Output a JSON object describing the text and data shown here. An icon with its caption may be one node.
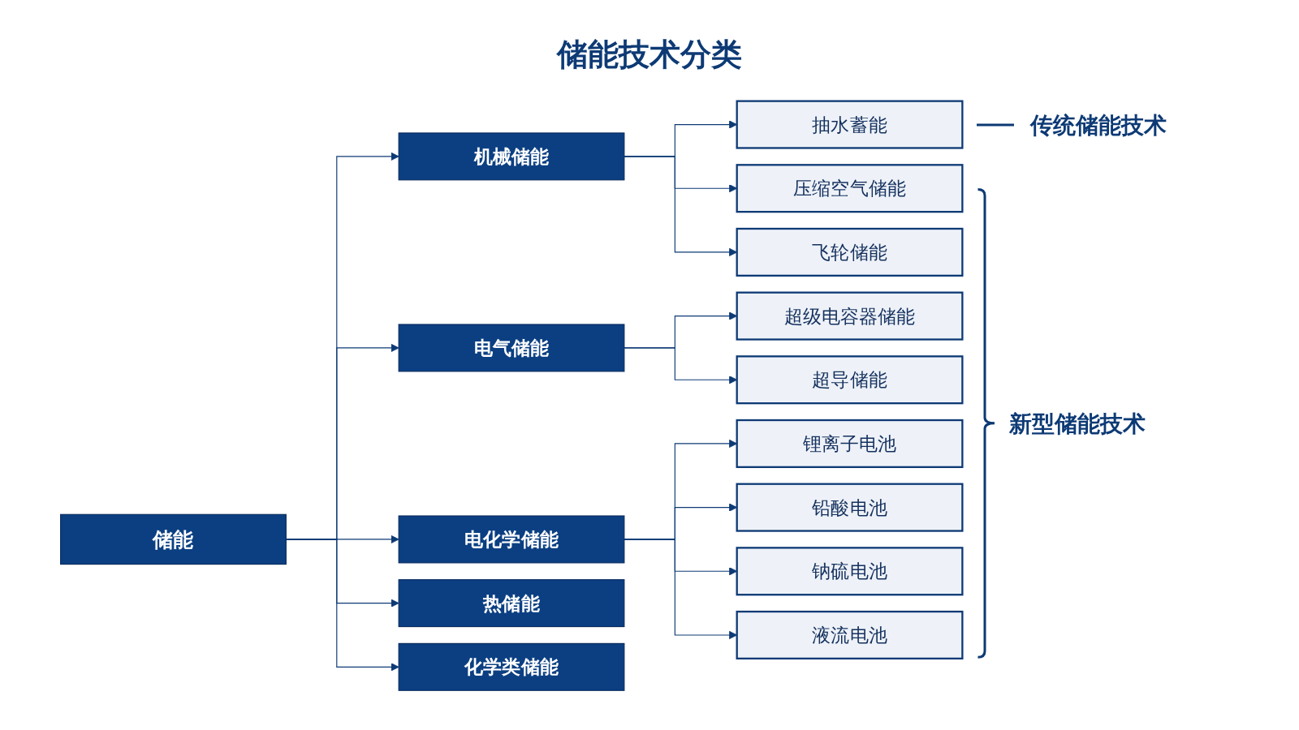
{
  "diagram": {
    "title": "储能技术分类",
    "nodes": [
      {
        "text": [
          "储能"
        ]
      },
      {
        "text": [
          "机械储能"
        ]
      },
      {
        "text": [
          "电气储能"
        ]
      },
      {
        "text": [
          "电化学储能"
        ]
      },
      {
        "text": [
          "热储能"
        ]
      },
      {
        "text": [
          "化学类储能"
        ]
      },
      {
        "text": [
          "抽水蓄能"
        ]
      },
      {
        "text": [
          "压缩空气储能"
        ]
      },
      {
        "text": [
          "飞轮储能"
        ]
      },
      {
        "text": [
          "超级电容器储能"
        ]
      },
      {
        "text": [
          "超导储能"
        ]
      },
      {
        "text": [
          "锂离子电池"
        ]
      },
      {
        "text": [
          "铅酸电池"
        ]
      },
      {
        "text": [
          "钠硫电池"
        ]
      },
      {
        "text": [
          "液流电池"
        ]
      }
    ],
    "edges": [
      {
        "from": 0,
        "to": 1,
        "arrow": "to"
      },
      {
        "from": 0,
        "to": 2,
        "arrow": "to"
      },
      {
        "from": 0,
        "to": 3,
        "arrow": "to"
      },
      {
        "from": 0,
        "to": 4,
        "arrow": "to"
      },
      {
        "from": 0,
        "to": 5,
        "arrow": "to"
      },
      {
        "from": 1,
        "to": 6,
        "arrow": "to"
      },
      {
        "from": 1,
        "to": 7,
        "arrow": "to"
      },
      {
        "from": 1,
        "to": 8,
        "arrow": "to"
      },
      {
        "from": 2,
        "to": 9,
        "arrow": "to"
      },
      {
        "from": 2,
        "to": 10,
        "arrow": "to"
      },
      {
        "from": 3,
        "to": 11,
        "arrow": "to"
      },
      {
        "from": 3,
        "to": 12,
        "arrow": "to"
      },
      {
        "from": 3,
        "to": 13,
        "arrow": "to"
      },
      {
        "from": 3,
        "to": 14,
        "arrow": "to"
      }
    ],
    "labels": [
      "传统储能技术",
      "新型储能技术"
    ]
  }
}
